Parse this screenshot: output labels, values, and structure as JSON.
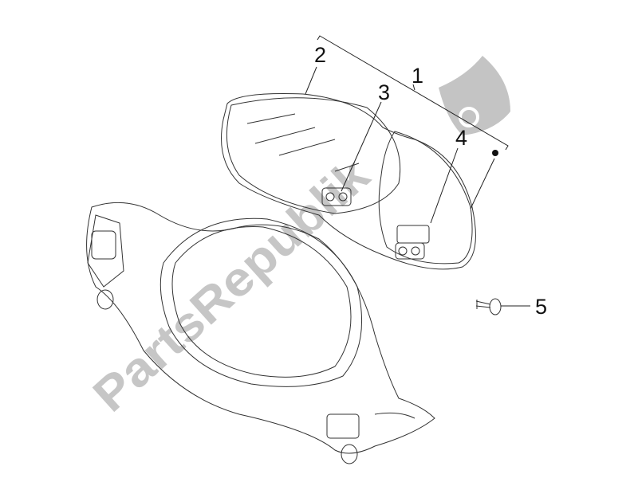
{
  "diagram": {
    "labels": [
      {
        "id": "1",
        "text": "1"
      },
      {
        "id": "2",
        "text": "2"
      },
      {
        "id": "3",
        "text": "3"
      },
      {
        "id": "4",
        "text": "4"
      },
      {
        "id": "5",
        "text": "5"
      }
    ],
    "watermark": "PartsRepublik",
    "colors": {
      "line": "#222222",
      "watermark": "#bdbdbd"
    }
  }
}
